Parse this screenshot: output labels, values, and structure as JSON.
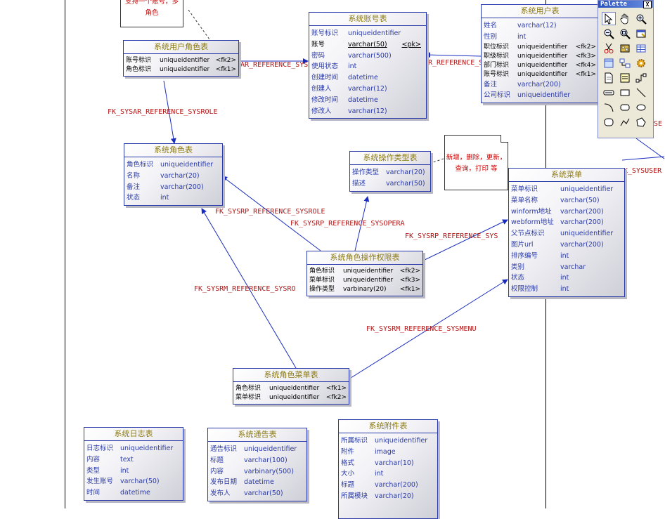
{
  "tables": {
    "user_account": {
      "title": "系统账号表",
      "columns": [
        {
          "name": "账号标识",
          "type": "uniqueidentifier",
          "key": ""
        },
        {
          "name": "账号",
          "type": "varchar(50)",
          "key": "<pk>"
        },
        {
          "name": "密码",
          "type": "varchar(500)",
          "key": ""
        },
        {
          "name": "使用状态",
          "type": "int",
          "key": ""
        },
        {
          "name": "创建时间",
          "type": "datetime",
          "key": ""
        },
        {
          "name": "创建人",
          "type": "varchar(12)",
          "key": ""
        },
        {
          "name": "修改时间",
          "type": "datetime",
          "key": ""
        },
        {
          "name": "修改人",
          "type": "varchar(12)",
          "key": ""
        }
      ]
    },
    "user_role": {
      "title": "系统用户角色表",
      "columns": [
        {
          "name": "账号标识",
          "type": "uniqueidentifier",
          "key": "<fk2>"
        },
        {
          "name": "角色标识",
          "type": "uniqueidentifier",
          "key": "<fk1>"
        }
      ]
    },
    "user": {
      "title": "系统用户表",
      "columns": [
        {
          "name": "姓名",
          "type": "varchar(12)",
          "key": ""
        },
        {
          "name": "性别",
          "type": "int",
          "key": ""
        },
        {
          "name": "职位标识",
          "type": "uniqueidentifier",
          "key": "<fk2>"
        },
        {
          "name": "职级标识",
          "type": "uniqueidentifier",
          "key": "<fk3>"
        },
        {
          "name": "部门标识",
          "type": "uniqueidentifier",
          "key": "<fk4>"
        },
        {
          "name": "账号标识",
          "type": "uniqueidentifier",
          "key": "<fk1>"
        },
        {
          "name": "备注",
          "type": "varchar(200)",
          "key": ""
        },
        {
          "name": "公司标识",
          "type": "uniqueidentifier",
          "key": ""
        }
      ]
    },
    "role": {
      "title": "系统角色表",
      "columns": [
        {
          "name": "角色标识",
          "type": "uniqueidentifier",
          "key": ""
        },
        {
          "name": "名称",
          "type": "varchar(20)",
          "key": ""
        },
        {
          "name": "备注",
          "type": "varchar(200)",
          "key": ""
        },
        {
          "name": "状态",
          "type": "int",
          "key": ""
        }
      ]
    },
    "op_type": {
      "title": "系统操作类型表",
      "columns": [
        {
          "name": "操作类型",
          "type": "varchar(20)",
          "key": ""
        },
        {
          "name": "描述",
          "type": "varchar(50)",
          "key": ""
        }
      ]
    },
    "menu": {
      "title": "系统菜单",
      "columns": [
        {
          "name": "菜单标识",
          "type": "uniqueidentifier",
          "key": ""
        },
        {
          "name": "菜单名称",
          "type": "varchar(50)",
          "key": ""
        },
        {
          "name": "winform地址",
          "type": "varchar(200)",
          "key": ""
        },
        {
          "name": "webform地址",
          "type": "varchar(200)",
          "key": ""
        },
        {
          "name": "父节点标识",
          "type": "uniqueidentifier",
          "key": ""
        },
        {
          "name": "图片url",
          "type": "varchar(200)",
          "key": ""
        },
        {
          "name": "排序编号",
          "type": "int",
          "key": ""
        },
        {
          "name": "类别",
          "type": "varchar",
          "key": ""
        },
        {
          "name": "状态",
          "type": "int",
          "key": ""
        },
        {
          "name": "权限控制",
          "type": "int",
          "key": ""
        }
      ]
    },
    "role_op_perm": {
      "title": "系统角色操作权限表",
      "columns": [
        {
          "name": "角色标识",
          "type": "uniqueidentifier",
          "key": "<fk2>"
        },
        {
          "name": "菜单标识",
          "type": "uniqueidentifier",
          "key": "<fk3>"
        },
        {
          "name": "操作类型",
          "type": "varbinary(20)",
          "key": "<fk1>"
        }
      ]
    },
    "role_menu": {
      "title": "系统角色菜单表",
      "columns": [
        {
          "name": "角色标识",
          "type": "uniqueidentifier",
          "key": "<fk1>"
        },
        {
          "name": "菜单标识",
          "type": "uniqueidentifier",
          "key": "<fk2>"
        }
      ]
    },
    "log": {
      "title": "系统日志表",
      "columns": [
        {
          "name": "日志标识",
          "type": "uniqueidentifier",
          "key": ""
        },
        {
          "name": "内容",
          "type": "text",
          "key": ""
        },
        {
          "name": "类型",
          "type": "int",
          "key": ""
        },
        {
          "name": "发生账号",
          "type": "varchar(50)",
          "key": ""
        },
        {
          "name": "时间",
          "type": "datetime",
          "key": ""
        }
      ]
    },
    "notice": {
      "title": "系统通告表",
      "columns": [
        {
          "name": "通告标识",
          "type": "uniqueidentifier",
          "key": ""
        },
        {
          "name": "标题",
          "type": "varchar(100)",
          "key": ""
        },
        {
          "name": "内容",
          "type": "varbinary(500)",
          "key": ""
        },
        {
          "name": "发布日期",
          "type": "datetime",
          "key": ""
        },
        {
          "name": "发布人",
          "type": "varchar(50)",
          "key": ""
        }
      ]
    },
    "attachment": {
      "title": "系统附件表",
      "columns": [
        {
          "name": "所属标识",
          "type": "uniqueidentifier",
          "key": ""
        },
        {
          "name": "附件",
          "type": "image",
          "key": ""
        },
        {
          "name": "格式",
          "type": "varchar(10)",
          "key": ""
        },
        {
          "name": "大小",
          "type": "int",
          "key": ""
        },
        {
          "name": "标题",
          "type": "varchar(200)",
          "key": ""
        },
        {
          "name": "所属模块",
          "type": "varchar(20)",
          "key": ""
        }
      ]
    }
  },
  "relations": {
    "sysar_sysrole": "FK_SYSAR_REFERENCE_SYSROLE",
    "ar_sys_partial": "AR_REFERENCE_SYS",
    "r_reference_s": "R_REFERENCE_S",
    "sysrp_sysrole": "FK_SYSRP_REFERENCE_SYSROLE",
    "sysrp_sysopera": "FK_SYSRP_REFERENCE_SYSOPERA",
    "sysrp_sys": "FK_SYSRP_REFERENCE_SYS",
    "sysrm_sysro": "FK_SYSRM_REFERENCE_SYSRO",
    "sysrm_sysmenu": "FK_SYSRM_REFERENCE_SYSMENU",
    "sysuser_partial": "K_SYSUSER",
    "se_partial": "SE"
  },
  "notes": {
    "top_note": [
      "支持一个账号，多",
      "角色"
    ],
    "op_note": [
      "新增，删除，更新，",
      "查询，打印 等"
    ]
  },
  "palette": {
    "title": "Palette",
    "close": "X"
  },
  "colors": {
    "table_border": "#2a3aa8",
    "table_title": "#8c7a12",
    "relation_label": "#b31212",
    "note_text": "#cc0000"
  }
}
